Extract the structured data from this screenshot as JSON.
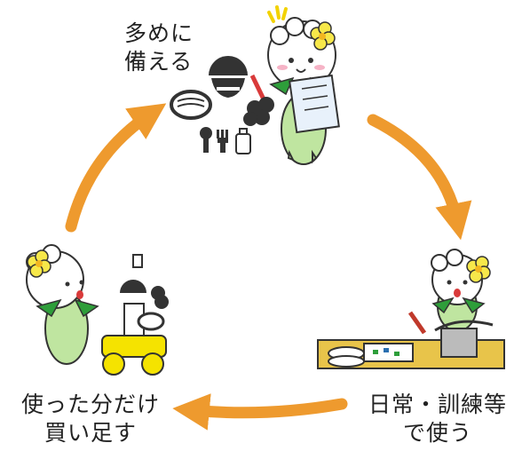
{
  "steps": {
    "stockpile": {
      "line1": "多めに",
      "line2": "備える"
    },
    "use": {
      "line1": "日常・訓練等",
      "line2": "で使う"
    },
    "replenish": {
      "line1": "使った分だけ",
      "line2": "買い足す"
    }
  },
  "colors": {
    "arrow": "#EE9A2E",
    "mascot_body": "#BFE5A0",
    "flower": "#F7E84A",
    "leaf": "#2E9E3A",
    "cart": "#F5E300",
    "counter": "#E8C44A"
  },
  "icons": [
    "mascot-with-checklist",
    "rice-bowl-icon",
    "noodle-bowl-icon",
    "fork-spoon-icon",
    "bottle-icon",
    "mascot-cooking",
    "cooking-pot-icon",
    "mascot-with-cart",
    "shopping-cart-icon"
  ]
}
